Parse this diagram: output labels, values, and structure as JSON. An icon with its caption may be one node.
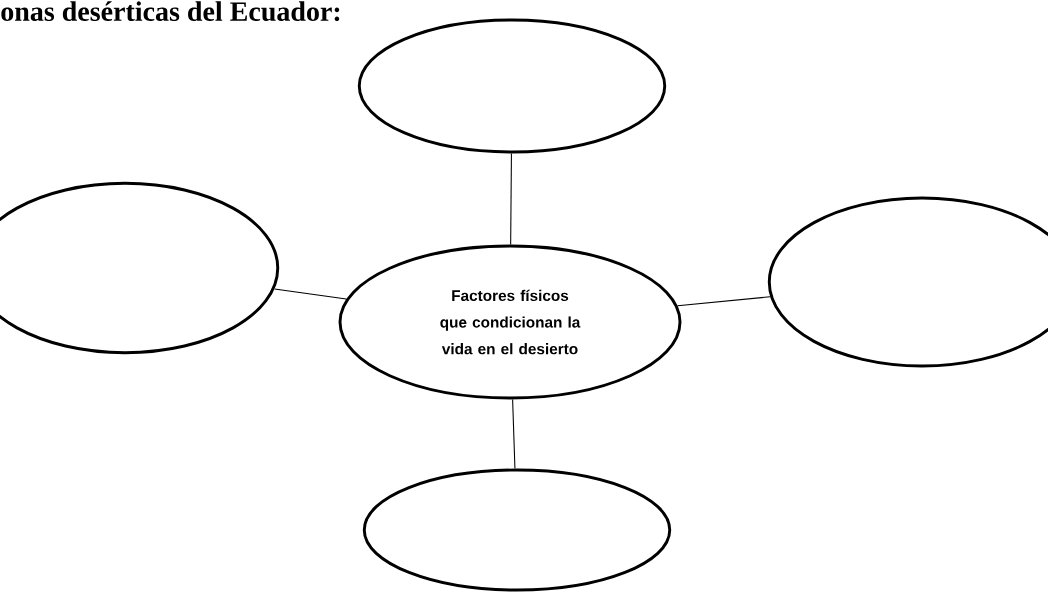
{
  "diagram": {
    "title": "onas desérticas del Ecuador:",
    "nodes": [
      {
        "text": [
          "Factores físicos que condicionan la vida en el desierto"
        ]
      },
      {
        "text": [],
        "shape": "circle"
      },
      {
        "text": [],
        "shape": "circle"
      },
      {
        "text": [],
        "shape": "circle"
      },
      {
        "text": [],
        "shape": "circle"
      }
    ],
    "edges": [
      {
        "from": 0,
        "to": 1,
        "arrow": "none"
      },
      {
        "from": 0,
        "to": 2,
        "arrow": "none"
      },
      {
        "from": 0,
        "to": 3,
        "arrow": "none"
      },
      {
        "from": 0,
        "to": 4,
        "arrow": "none"
      }
    ]
  }
}
